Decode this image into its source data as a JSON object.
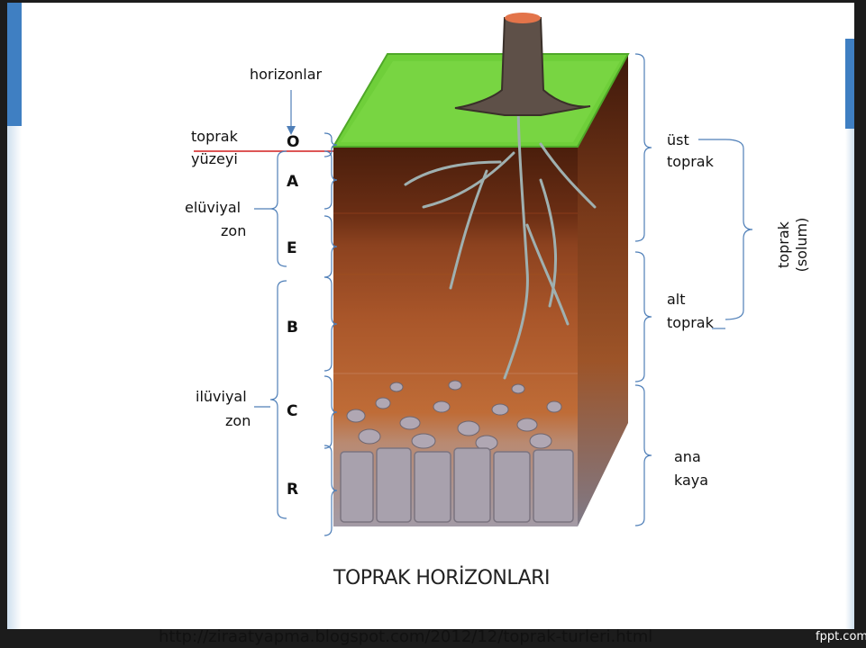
{
  "labels": {
    "horizonlar": "horizonlar",
    "toprak_yuzeyi_1": "toprak",
    "toprak_yuzeyi_2": "yüzeyi",
    "eluviyal_1": "elüviyal",
    "eluviyal_2": "zon",
    "iluviyal_1": "ilüviyal",
    "iluviyal_2": "zon",
    "ust_1": "üst",
    "ust_2": "toprak",
    "alt_1": "alt",
    "alt_2": "toprak",
    "ana_1": "ana",
    "ana_2": "kaya",
    "solum_1": "toprak",
    "solum_2": "(solum)"
  },
  "horizons": [
    "O",
    "A",
    "E",
    "B",
    "C",
    "R"
  ],
  "title": "TOPRAK HORİZONLARI",
  "url": "http://ziraatyapma.blogspot.com/2012/12/toprak-turleri.html",
  "footer": "fppt.com",
  "colors": {
    "grass": "#6fcf3a",
    "topsoil": "#5a2610",
    "eluvial": "#9a4a22",
    "subsoil": "#b7632e",
    "bedrock": "#a9a2ad",
    "accent": "#3f7fc2"
  }
}
